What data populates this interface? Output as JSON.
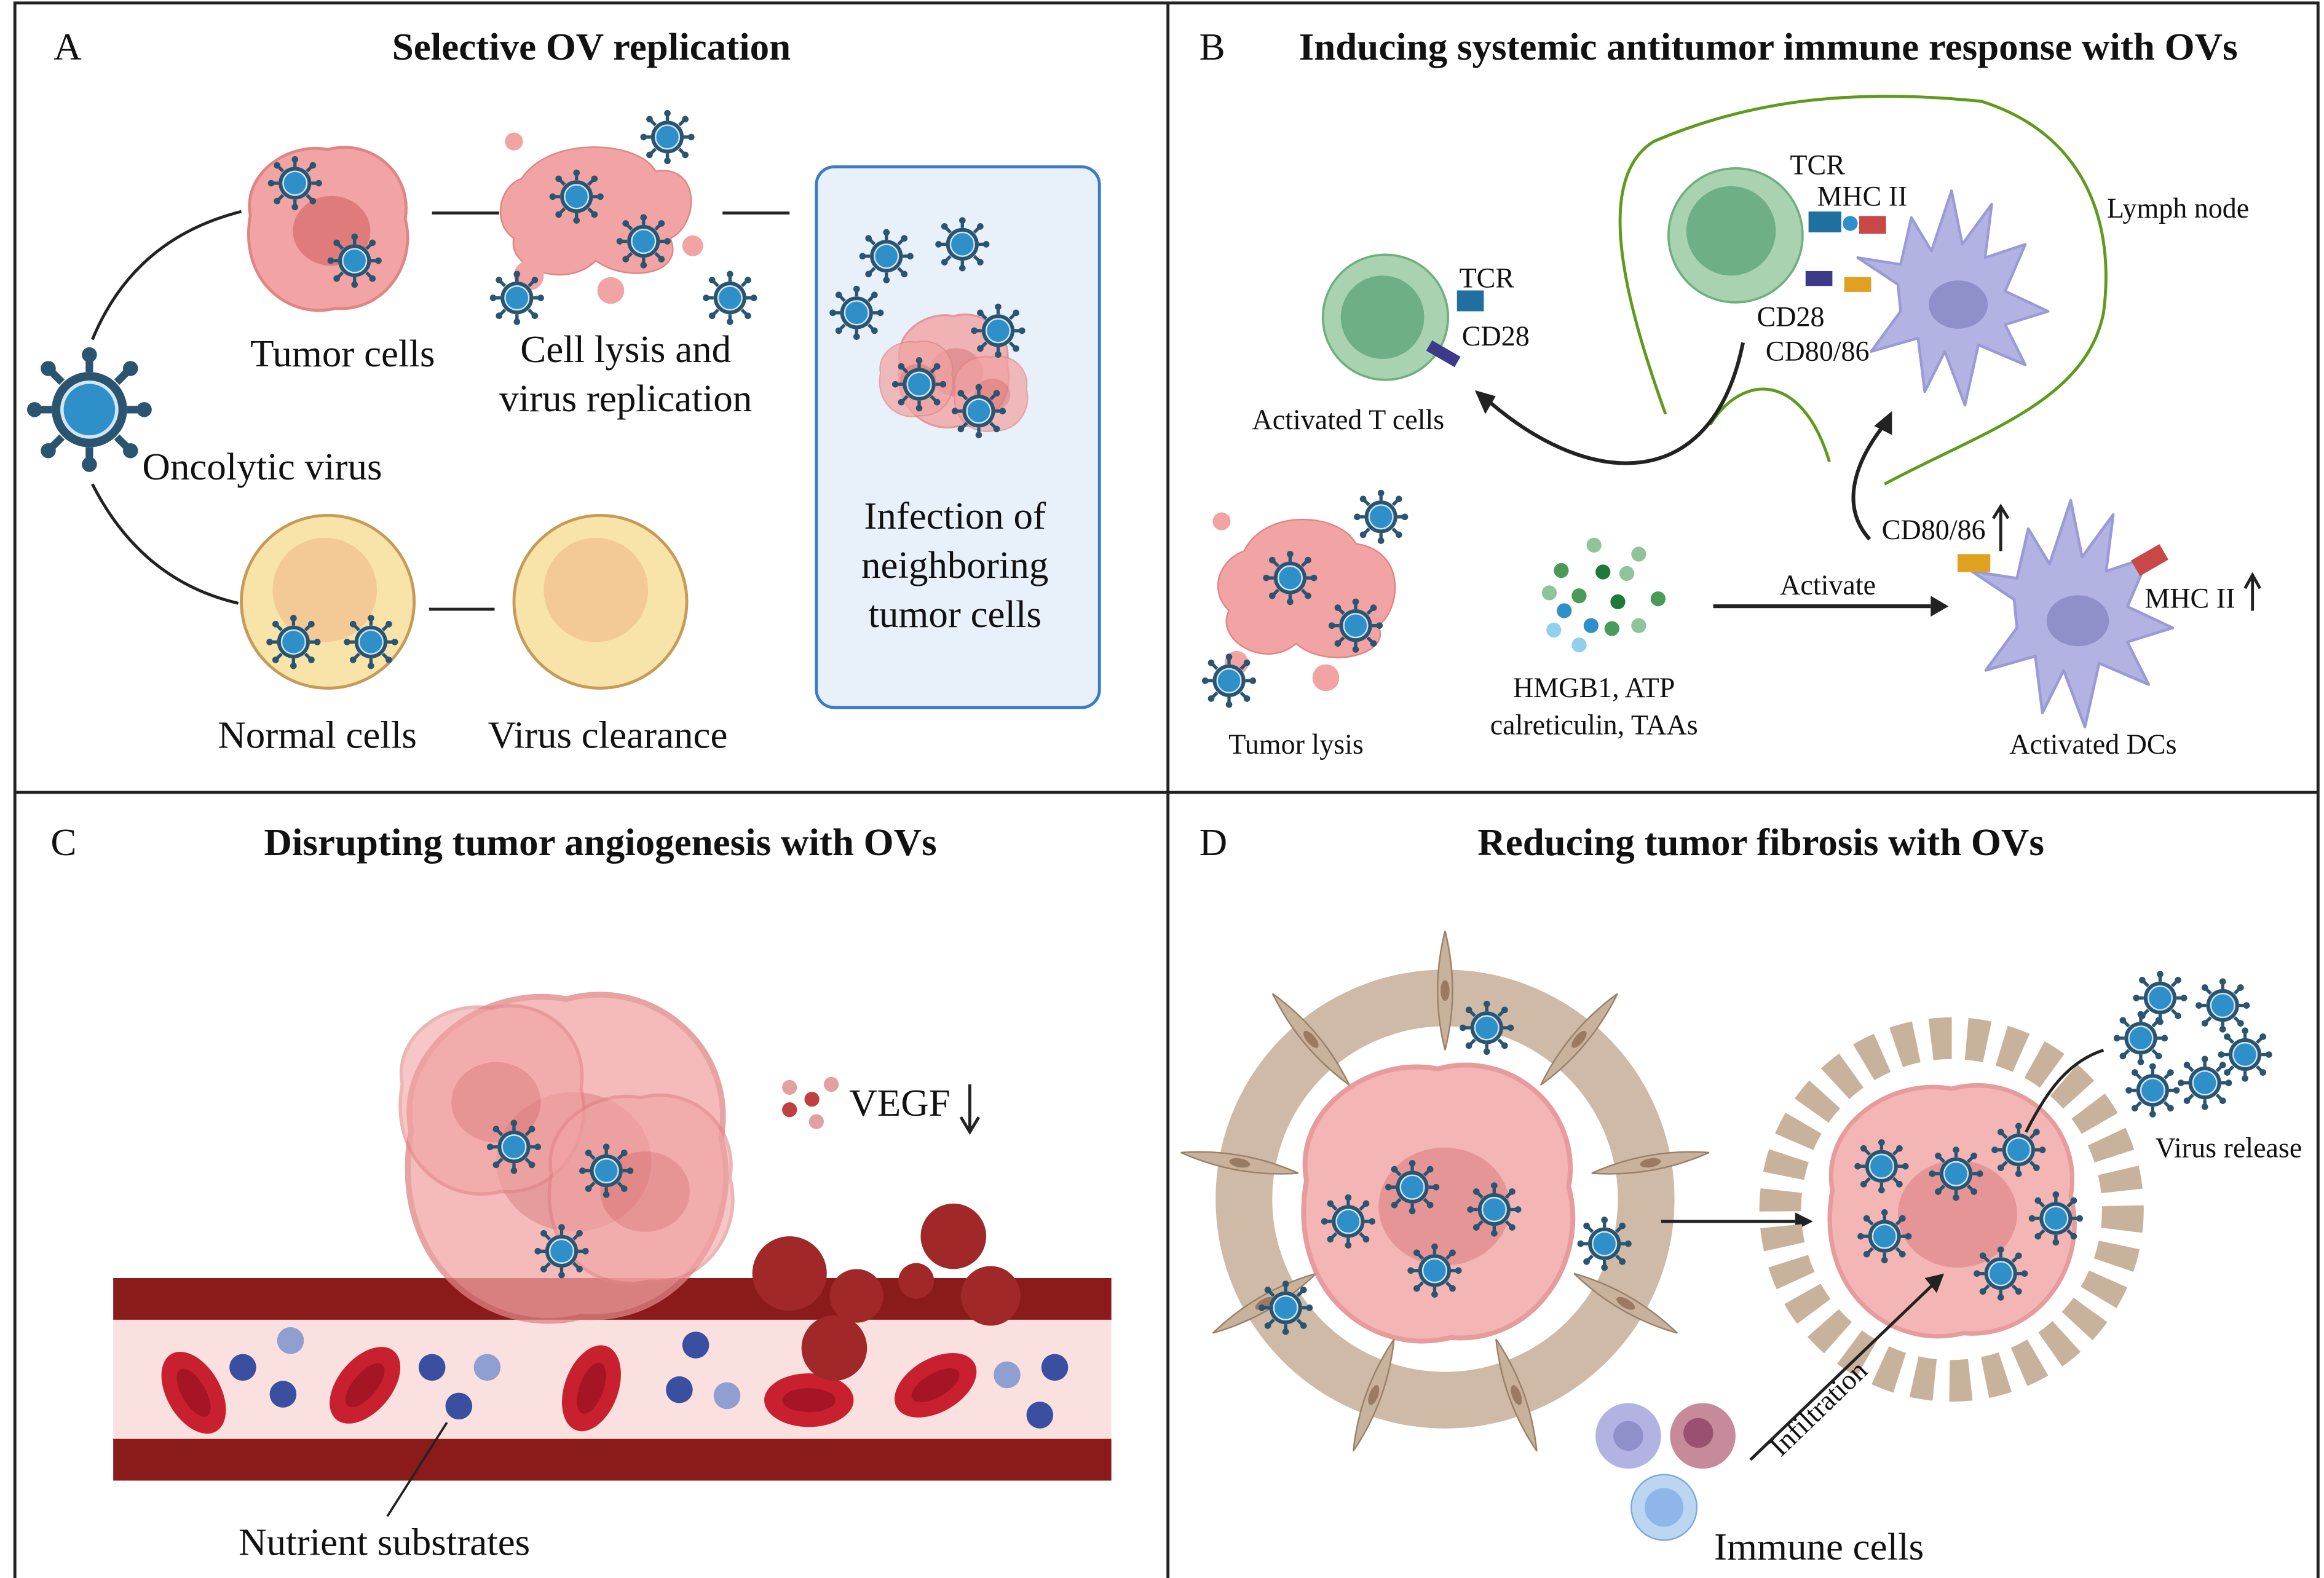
{
  "panels": {
    "a": {
      "letter": "A",
      "title": "Selective OV replication",
      "tumor_cells": "Tumor cells",
      "cell_lysis_1": "Cell lysis and",
      "cell_lysis_2": "virus replication",
      "oncolytic_virus": "Oncolytic virus",
      "normal_cells": "Normal cells",
      "virus_clearance": "Virus clearance",
      "infection_1": "Infection of",
      "infection_2": "neighboring",
      "infection_3": "tumor cells"
    },
    "b": {
      "letter": "B",
      "title": "Inducing systemic antitumor immune response with OVs",
      "tcr_left": "TCR",
      "cd28_left": "CD28",
      "activated_t_cells": "Activated T cells",
      "tcr_top": "TCR",
      "mhc_top": "MHC II",
      "cd28_top": "CD28",
      "cd80_top": "CD80/86",
      "lymph_node": "Lymph node",
      "tumor_lysis": "Tumor lysis",
      "damps_1": "HMGB1, ATP",
      "damps_2": "calreticulin, TAAs",
      "activate": "Activate",
      "cd80_up": "CD80/86",
      "mhc_up": "MHC II",
      "activated_dcs": "Activated DCs"
    },
    "c": {
      "letter": "C",
      "title": "Disrupting tumor angiogenesis with OVs",
      "vegf": "VEGF",
      "nutrient": "Nutrient substrates"
    },
    "d": {
      "letter": "D",
      "title": "Reducing tumor fibrosis with OVs",
      "virus_release": "Virus release",
      "infiltration": "Infiltration",
      "immune_cells": "Immune cells"
    }
  },
  "colors": {
    "virus": "#2e8fc9",
    "virus_ring": "#2a5470",
    "tumor": "#f2a3a3",
    "normal": "#f8e3a8",
    "t_cell": "#a8d2b0",
    "dc": "#b3b3e3",
    "lymph": "#5e9a1c",
    "vessel": "#8b1a1a",
    "fibroblast": "#c9b29c",
    "infection_box": "#e8f0fa"
  }
}
